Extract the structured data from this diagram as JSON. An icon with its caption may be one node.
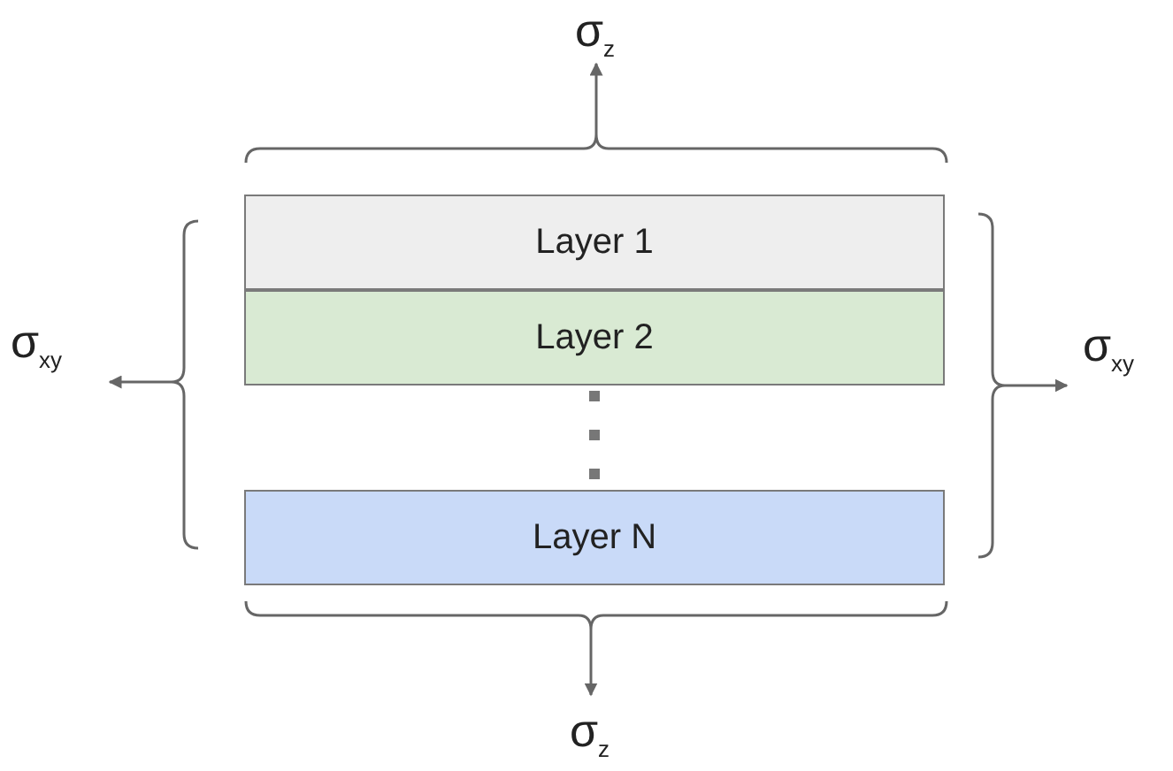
{
  "diagram": {
    "nodes": [
      {
        "text": [
          "Layer 1"
        ]
      },
      {
        "text": [
          "Layer 2"
        ]
      },
      {
        "text": [
          "Layer N"
        ]
      }
    ],
    "edges": [],
    "labels": [
      "σ$_{z}$",
      "σ$_{xy}$",
      "σ$_{xy}$",
      "σ$_{z}$"
    ]
  }
}
